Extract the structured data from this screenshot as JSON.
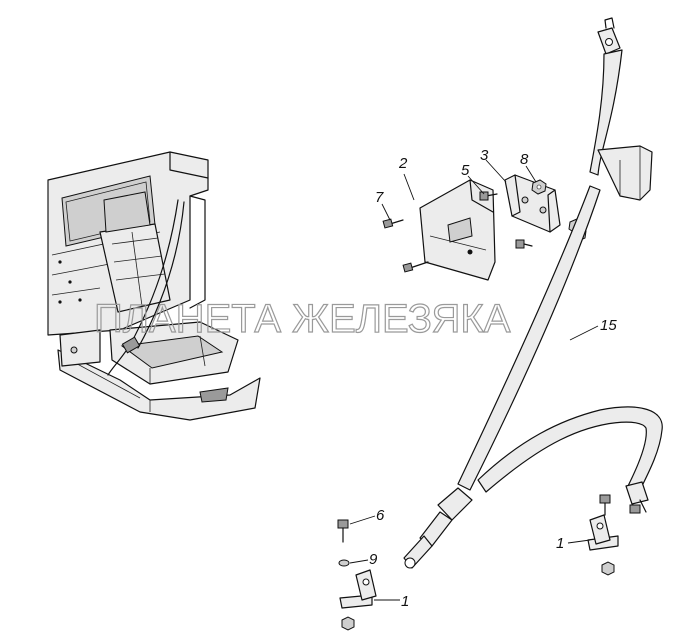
{
  "watermark": "ПЛАНЕТА ЖЕЛЕЗЯКА",
  "callouts": {
    "c1a": "1",
    "c1b": "1",
    "c2": "2",
    "c3": "3",
    "c5": "5",
    "c6": "6",
    "c7": "7",
    "c8": "8",
    "c9": "9",
    "c15": "15"
  }
}
